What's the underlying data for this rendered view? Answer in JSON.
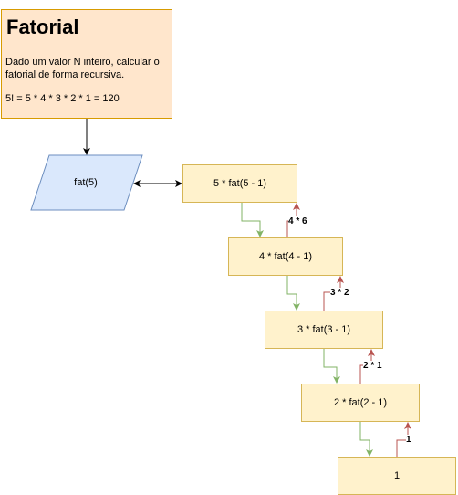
{
  "note": {
    "title": "Fatorial",
    "description": "Dado um valor N inteiro, calcular o fatorial de forma recursiva.",
    "formula": "5! = 5 * 4 * 3 * 2 * 1 = 120"
  },
  "input": {
    "label": "fat(5)"
  },
  "steps": [
    {
      "label": "5 * fat(5 - 1)"
    },
    {
      "label": "4 * fat(4 - 1)"
    },
    {
      "label": "3 * fat(3 - 1)"
    },
    {
      "label": "2 * fat(2 - 1)"
    },
    {
      "label": "1"
    }
  ],
  "returns": [
    "4 * 6",
    "3 * 2",
    "2 * 1",
    "1"
  ],
  "colors": {
    "note_fill": "#ffe6cc",
    "note_stroke": "#d79b00",
    "input_fill": "#dae8fc",
    "input_stroke": "#6c8ebf",
    "step_fill": "#fff2cc",
    "step_stroke": "#d6b656",
    "call_arrow": "#82b366",
    "return_arrow": "#b85450"
  }
}
